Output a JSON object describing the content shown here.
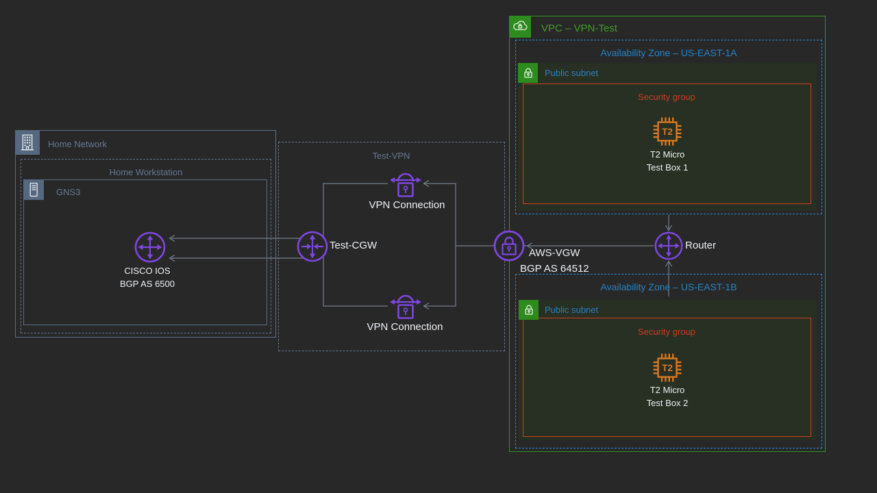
{
  "colors": {
    "background": "#282829",
    "purple_accent": "#7e46df",
    "connector_gray": "#76808b",
    "slate_label": "#66788f",
    "vpc_green": "#349420",
    "az_blue": "#2383c4",
    "subnet_label_blue": "#2e7ec3",
    "security_orange": "#d2401f",
    "instance_orange": "#d97822",
    "subnet_background": "#273023"
  },
  "home_network": {
    "title": "Home Network",
    "workstation": {
      "title": "Home Workstation"
    },
    "gns3": {
      "title": "GNS3"
    },
    "router": {
      "line1": "CISCO IOS",
      "line2": "BGP AS 6500"
    }
  },
  "test_vpn": {
    "title": "Test-VPN",
    "customer_gateway": "Test-CGW",
    "vpn_connection_top": "VPN Connection",
    "vpn_connection_bottom": "VPN Connection"
  },
  "gateway": {
    "vgw_name": "AWS-VGW",
    "vgw_asn": "BGP AS 64512",
    "router": "Router"
  },
  "vpc": {
    "title": "VPC – VPN-Test",
    "availability_zones": [
      {
        "title": "Availability Zone – US-EAST-1A",
        "subnet": "Public subnet",
        "security_group": "Security group",
        "instance": {
          "chip": "T2",
          "name": "T2 Micro",
          "box": "Test Box 1"
        }
      },
      {
        "title": "Availability Zone – US-EAST-1B",
        "subnet": "Public subnet",
        "security_group": "Security group",
        "instance": {
          "chip": "T2",
          "name": "T2 Micro",
          "box": "Test Box 2"
        }
      }
    ]
  }
}
